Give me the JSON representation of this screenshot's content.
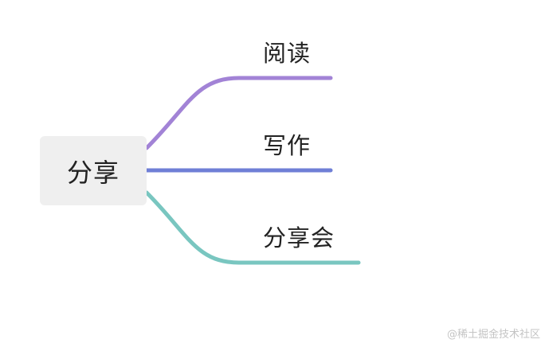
{
  "root": {
    "label": "分享"
  },
  "branches": [
    {
      "label": "阅读",
      "color": "#a283d6"
    },
    {
      "label": "写作",
      "color": "#6f7fd6"
    },
    {
      "label": "分享会",
      "color": "#79c6c0"
    }
  ],
  "watermark": "@稀土掘金技术社区"
}
